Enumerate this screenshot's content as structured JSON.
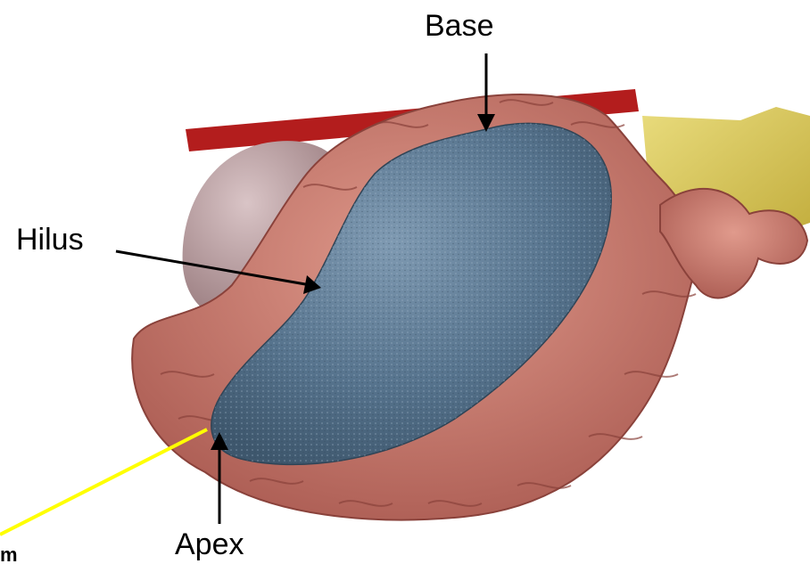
{
  "labels": {
    "base": "Base",
    "hilus": "Hilus",
    "apex": "Apex",
    "corner_fragment": "m"
  },
  "colors": {
    "organ_blue": "#4f6d86",
    "intestine_pink": "#c8736a",
    "vessel_red": "#b31d1d",
    "kidney_mauve": "#bfa3a6",
    "fat_yellow": "#d8c85a",
    "pointer_yellow": "#ffff00",
    "arrow_black": "#000000"
  }
}
